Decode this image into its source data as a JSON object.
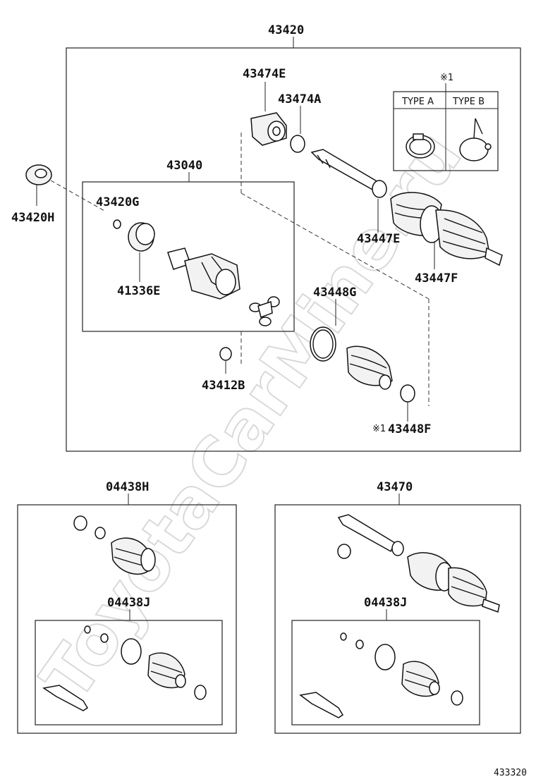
{
  "watermark": "ToyotaCarMine.ru",
  "figure_number": "433320",
  "main_assembly": {
    "part_no": "43420",
    "parts": {
      "p43420H": "43420H",
      "p43474E": "43474E",
      "p43474A": "43474A",
      "p43040": "43040",
      "p43420G": "43420G",
      "p41336E": "41336E",
      "p43447E": "43447E",
      "p43447F": "43447F",
      "p43448G": "43448G",
      "p43412B": "43412B",
      "p43448F": "43448F",
      "note_mark_43448F": "※1"
    },
    "type_table": {
      "mark": "※1",
      "type_a": "TYPE A",
      "type_b": "TYPE B"
    }
  },
  "kit_left": {
    "part_no": "04438H",
    "sub_part_no": "04438J"
  },
  "kit_right": {
    "part_no": "43470",
    "sub_part_no": "04438J"
  }
}
